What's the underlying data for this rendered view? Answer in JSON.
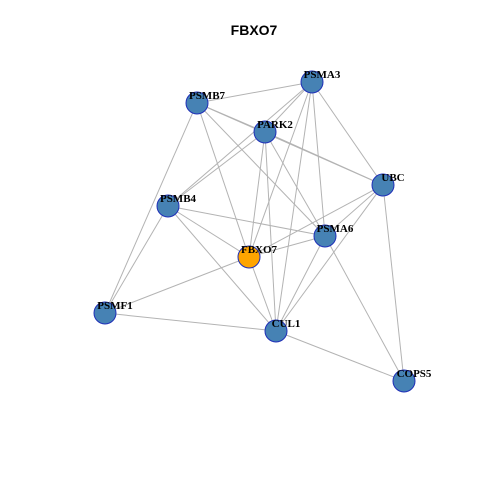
{
  "graph": {
    "title": "FBXO7",
    "colors": {
      "node_fill": "#4682b4",
      "focus_fill": "#ffa500",
      "node_stroke": "#1f2fb8",
      "edge": "#b3b3b3"
    },
    "focus_node": "FBXO7",
    "nodes": [
      {
        "id": "PSMA3",
        "label": "PSMA3"
      },
      {
        "id": "PSMB7",
        "label": "PSMB7"
      },
      {
        "id": "PARK2",
        "label": "PARK2"
      },
      {
        "id": "UBC",
        "label": "UBC"
      },
      {
        "id": "PSMB4",
        "label": "PSMB4"
      },
      {
        "id": "PSMA6",
        "label": "PSMA6"
      },
      {
        "id": "FBXO7",
        "label": "FBXO7"
      },
      {
        "id": "PSMF1",
        "label": "PSMF1"
      },
      {
        "id": "CUL1",
        "label": "CUL1"
      },
      {
        "id": "COPS5",
        "label": "COPS5"
      }
    ],
    "edges": [
      [
        "PSMA3",
        "PSMB7"
      ],
      [
        "PSMA3",
        "PARK2"
      ],
      [
        "PSMA3",
        "UBC"
      ],
      [
        "PSMA3",
        "PSMB4"
      ],
      [
        "PSMA3",
        "PSMA6"
      ],
      [
        "PSMA3",
        "FBXO7"
      ],
      [
        "PSMA3",
        "CUL1"
      ],
      [
        "PSMB7",
        "PARK2"
      ],
      [
        "PSMB7",
        "UBC"
      ],
      [
        "PSMB7",
        "PSMA6"
      ],
      [
        "PSMB7",
        "FBXO7"
      ],
      [
        "PSMB7",
        "PSMF1"
      ],
      [
        "PARK2",
        "UBC"
      ],
      [
        "PARK2",
        "PSMB4"
      ],
      [
        "PARK2",
        "PSMA6"
      ],
      [
        "PARK2",
        "FBXO7"
      ],
      [
        "PARK2",
        "CUL1"
      ],
      [
        "UBC",
        "PSMA6"
      ],
      [
        "UBC",
        "FBXO7"
      ],
      [
        "UBC",
        "CUL1"
      ],
      [
        "UBC",
        "COPS5"
      ],
      [
        "PSMB4",
        "PSMA6"
      ],
      [
        "PSMB4",
        "PSMF1"
      ],
      [
        "PSMB4",
        "CUL1"
      ],
      [
        "PSMB4",
        "FBXO7"
      ],
      [
        "PSMA6",
        "FBXO7"
      ],
      [
        "PSMA6",
        "CUL1"
      ],
      [
        "PSMA6",
        "COPS5"
      ],
      [
        "FBXO7",
        "CUL1"
      ],
      [
        "FBXO7",
        "PSMF1"
      ],
      [
        "PSMF1",
        "CUL1"
      ],
      [
        "CUL1",
        "COPS5"
      ]
    ]
  }
}
